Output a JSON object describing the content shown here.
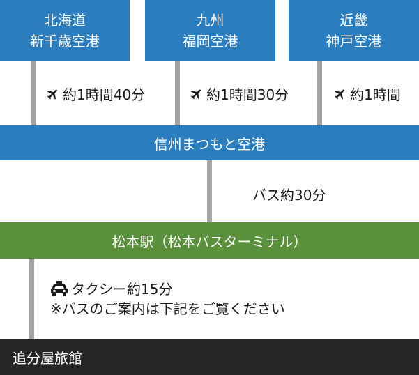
{
  "origins": [
    {
      "line1": "北海道",
      "line2": "新千歳空港",
      "duration": "約1時間40分"
    },
    {
      "line1": "九州",
      "line2": "福岡空港",
      "duration": "約1時間30分"
    },
    {
      "line1": "近畿",
      "line2": "神戸空港",
      "duration": "約1時間"
    }
  ],
  "airport": {
    "label": "信州まつもと空港"
  },
  "bus": {
    "duration": "バス約30分"
  },
  "station": {
    "label": "松本駅（松本バスターミナル）"
  },
  "taxi": {
    "duration": "タクシー約15分",
    "note": "※バスのご案内は下記をご覧ください"
  },
  "destination": {
    "label": "追分屋旅館"
  },
  "colors": {
    "blue": "#2b7dbd",
    "green": "#5a8f3b",
    "dark": "#262626",
    "connector": "#a3a3a3"
  },
  "icons": {
    "flight": "airplane-icon",
    "car": "taxi-icon"
  }
}
